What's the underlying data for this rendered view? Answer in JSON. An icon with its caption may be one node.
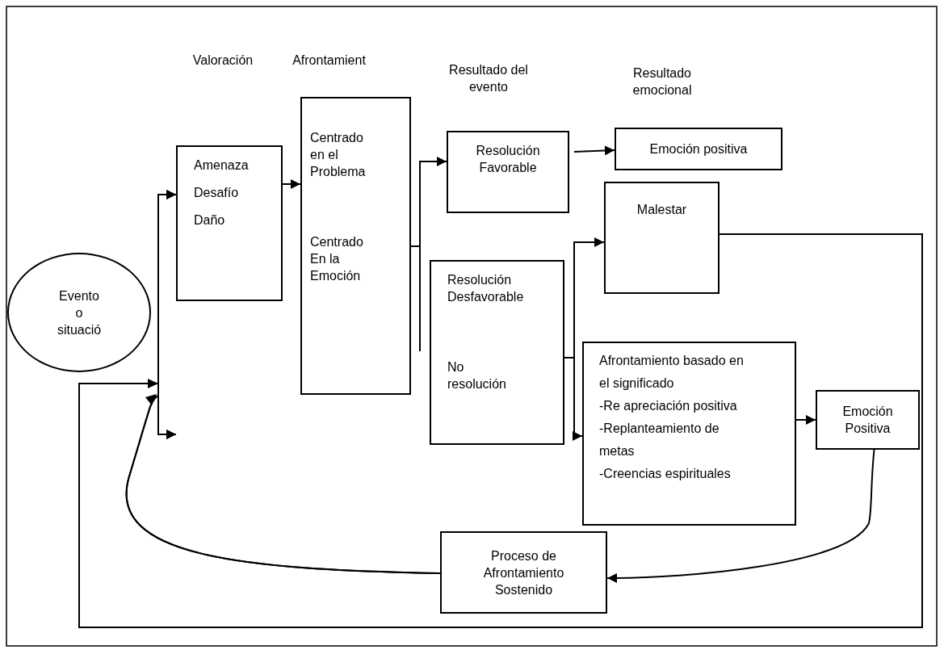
{
  "diagram": {
    "nodes": [
      {
        "text": [
          "Evento o situació"
        ]
      },
      {
        "text": [
          "Amenaza",
          "Desafío",
          "Daño"
        ]
      },
      {
        "text": [
          "Centrado en el Problema",
          "Centrado En la Emoción"
        ]
      },
      {
        "text": [
          "Resolución Favorable"
        ]
      },
      {
        "text": [
          "Emoción positiva"
        ]
      },
      {
        "text": [
          "Malestar"
        ]
      },
      {
        "text": [
          "Resolución Desfavorable",
          "No resolución"
        ]
      },
      {
        "text": [
          "Afrontamiento basado en el significado",
          "-Re apreciación positiva",
          "-Replanteamiento de metas",
          "-Creencias espirituales"
        ]
      },
      {
        "text": [
          "Emoción Positiva"
        ]
      },
      {
        "text": [
          "Proceso de Afrontamiento Sostenido"
        ]
      }
    ],
    "edges": [
      {
        "from": 5,
        "to": 1,
        "arrow": "to"
      },
      {
        "from": 5,
        "to": null,
        "arrow": "to"
      },
      {
        "from": 9,
        "to": 1,
        "arrow": "to"
      },
      {
        "from": 9,
        "to": null,
        "arrow": "to"
      },
      {
        "from": 1,
        "to": 2,
        "arrow": "to"
      },
      {
        "from": 2,
        "to": 3,
        "arrow": "to"
      },
      {
        "from": 2,
        "to": 6,
        "arrow": "none"
      },
      {
        "from": 3,
        "to": 4,
        "arrow": "to"
      },
      {
        "from": 6,
        "to": 5,
        "arrow": "to"
      },
      {
        "from": 6,
        "to": 7,
        "arrow": "to"
      },
      {
        "from": 7,
        "to": 8,
        "arrow": "to"
      },
      {
        "from": 8,
        "to": 9,
        "arrow": "to"
      }
    ],
    "labels": [
      "Valoración",
      "Afrontamient",
      "Resultado del evento",
      "Resultado emocional"
    ]
  }
}
